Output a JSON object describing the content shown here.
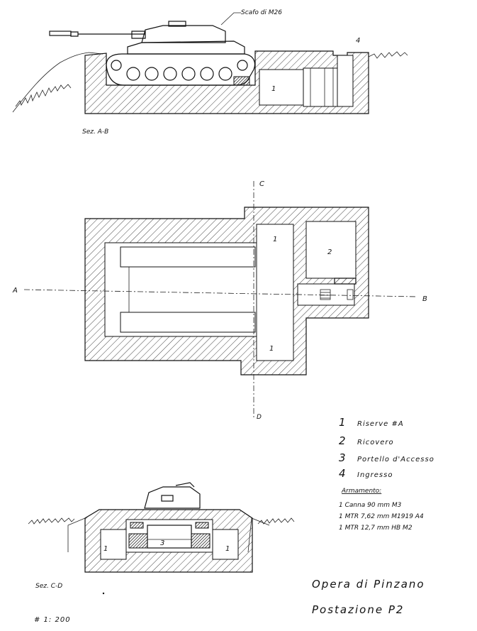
{
  "top_section": {
    "tank_label": "Scafo di M26",
    "label_1": "1",
    "label_4": "4",
    "section_name": "Sez. A-B"
  },
  "plan": {
    "axis_a": "A",
    "axis_b": "B",
    "axis_c": "C",
    "axis_d": "D",
    "room_1_top": "1",
    "room_1_bottom": "1",
    "room_2": "2"
  },
  "legend": {
    "items": [
      {
        "num": "1",
        "text": "Riserve #A"
      },
      {
        "num": "2",
        "text": "Ricovero"
      },
      {
        "num": "3",
        "text": "Portello d'Accesso"
      },
      {
        "num": "4",
        "text": "Ingresso"
      }
    ],
    "armament_title": "Armamento:",
    "armament": [
      "1 Canna 90 mm M3",
      "1 MTR 7,62 mm M1919 A4",
      "1 MTR 12,7 mm HB M2"
    ]
  },
  "bottom_section": {
    "label_left": "1",
    "label_center": "3",
    "label_right": "1",
    "section_name": "Sez. C-D"
  },
  "title_block": {
    "line1": "Opera di Pinzano",
    "line2": "Postazione P2",
    "scale": "# 1: 200"
  }
}
